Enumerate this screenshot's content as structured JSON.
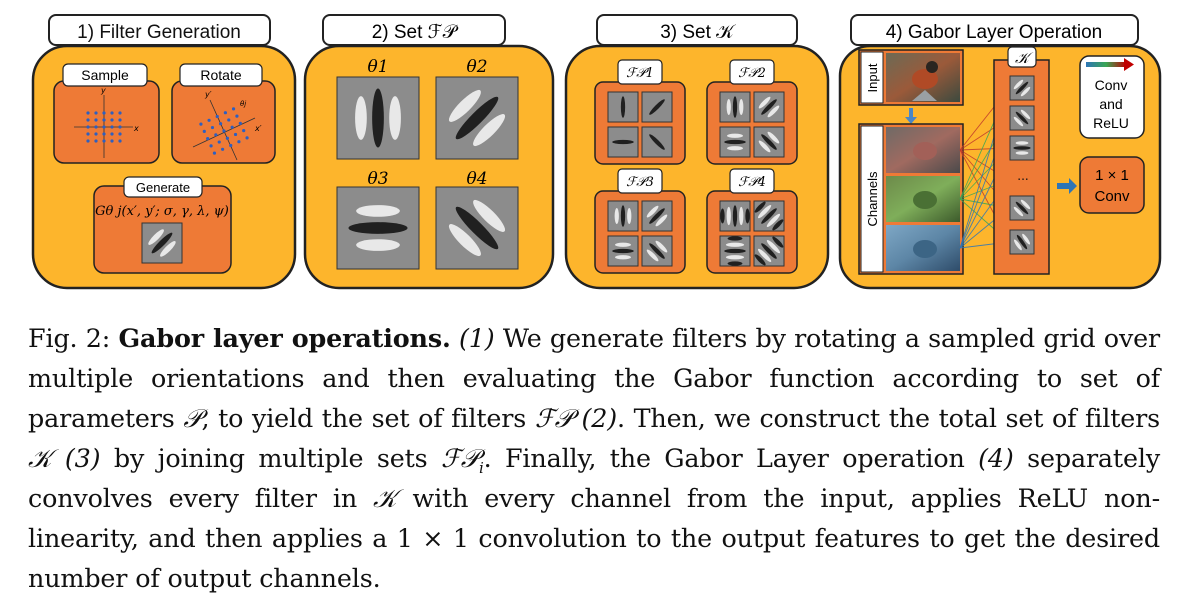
{
  "panels": [
    {
      "title": "1) Filter Generation",
      "labels": {
        "sample": "Sample",
        "rotate": "Rotate",
        "generate": "Generate",
        "formula": "Gθ j(x′, y′; σ, γ, λ, ψ)",
        "axis_x": "x",
        "axis_y": "y",
        "axis_xp": "x′",
        "axis_yp": "y′",
        "theta_j": "θj"
      }
    },
    {
      "title": "2) Set ℱ𝒫",
      "thetas": [
        "θ1",
        "θ2",
        "θ3",
        "θ4"
      ]
    },
    {
      "title": "3) Set 𝒦",
      "sets": [
        "ℱ𝒫1",
        "ℱ𝒫2",
        "ℱ𝒫3",
        "ℱ𝒫4"
      ]
    },
    {
      "title": "4) Gabor Layer Operation",
      "labels": {
        "input": "Input",
        "channels": "Channels",
        "k": "𝒦",
        "dots": "...",
        "conv_relu_1": "Conv",
        "conv_relu_2": "and",
        "conv_relu_3": "ReLU",
        "conv1x1_1": "1 × 1",
        "conv1x1_2": "Conv"
      }
    }
  ],
  "caption": {
    "fig": "Fig. 2:",
    "bold": "Gabor layer operations.",
    "t1_i": "(1)",
    "t1": "We generate filters by rotating a sampled grid over multiple orientations and then evaluating the Gabor function according to set of parameters",
    "sym_P": "𝒫",
    "t2": ", to yield the set of filters",
    "sym_FP": "ℱ𝒫",
    "t2_i": "(2)",
    "t3": ". Then, we construct the total set of filters",
    "sym_K": "𝒦",
    "t3_i": "(3)",
    "t4": "by joining multiple sets",
    "sym_FPi": "ℱ𝒫",
    "sym_i": "i",
    "t5": ". Finally, the Gabor Layer operation",
    "t5_i": "(4)",
    "t6": "separately convolves every filter in",
    "sym_K2": "𝒦",
    "t7": "with every channel from the input, applies ReLU non-linearity, and then applies a 1 × 1 convolution to the output features to get the desired number of output channels."
  },
  "colors": {
    "panel": "#FDB52C",
    "inner": "#EE7A36",
    "border": "#222222"
  }
}
